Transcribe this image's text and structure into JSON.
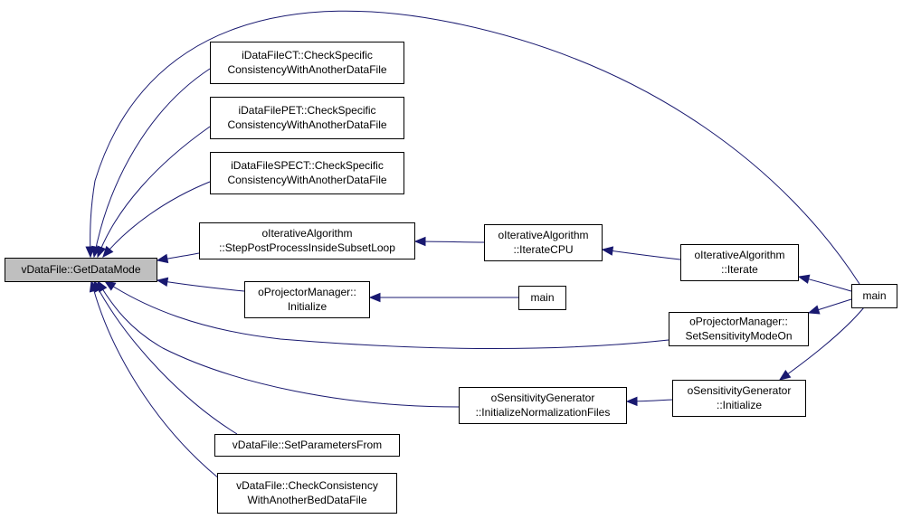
{
  "graph": {
    "edge_color": "#191970",
    "root_fill": "#bfbfbf",
    "nodes": [
      {
        "id": "root",
        "lines": [
          "vDataFile::GetDataMode"
        ],
        "root": true
      },
      {
        "id": "ct",
        "lines": [
          "iDataFileCT::CheckSpecific",
          "ConsistencyWithAnotherDataFile"
        ]
      },
      {
        "id": "pet",
        "lines": [
          "iDataFilePET::CheckSpecific",
          "ConsistencyWithAnotherDataFile"
        ]
      },
      {
        "id": "spect",
        "lines": [
          "iDataFileSPECT::CheckSpecific",
          "ConsistencyWithAnotherDataFile"
        ]
      },
      {
        "id": "steppost",
        "lines": [
          "oIterativeAlgorithm",
          "::StepPostProcessInsideSubsetLoop"
        ]
      },
      {
        "id": "projinit",
        "lines": [
          "oProjectorManager::",
          "Initialize"
        ]
      },
      {
        "id": "setparams",
        "lines": [
          "vDataFile::SetParametersFrom"
        ]
      },
      {
        "id": "checkbed",
        "lines": [
          "vDataFile::CheckConsistency",
          "WithAnotherBedDataFile"
        ]
      },
      {
        "id": "iteratecpu",
        "lines": [
          "oIterativeAlgorithm",
          "::IterateCPU"
        ]
      },
      {
        "id": "main_mid",
        "lines": [
          "main"
        ]
      },
      {
        "id": "initnorm",
        "lines": [
          "oSensitivityGenerator",
          "::InitializeNormalizationFiles"
        ]
      },
      {
        "id": "iterate",
        "lines": [
          "oIterativeAlgorithm",
          "::Iterate"
        ]
      },
      {
        "id": "setsens",
        "lines": [
          "oProjectorManager::",
          "SetSensitivityModeOn"
        ]
      },
      {
        "id": "sensinit",
        "lines": [
          "oSensitivityGenerator",
          "::Initialize"
        ]
      },
      {
        "id": "main_right",
        "lines": [
          "main"
        ]
      }
    ],
    "edges": [
      {
        "from": "main_right",
        "to": "root"
      },
      {
        "from": "ct",
        "to": "root"
      },
      {
        "from": "pet",
        "to": "root"
      },
      {
        "from": "spect",
        "to": "root"
      },
      {
        "from": "steppost",
        "to": "root"
      },
      {
        "from": "projinit",
        "to": "root"
      },
      {
        "from": "setsens",
        "to": "root"
      },
      {
        "from": "initnorm",
        "to": "root"
      },
      {
        "from": "setparams",
        "to": "root"
      },
      {
        "from": "checkbed",
        "to": "root"
      },
      {
        "from": "iteratecpu",
        "to": "steppost"
      },
      {
        "from": "iterate",
        "to": "iteratecpu"
      },
      {
        "from": "main_right",
        "to": "iterate"
      },
      {
        "from": "main_mid",
        "to": "projinit"
      },
      {
        "from": "main_right",
        "to": "setsens"
      },
      {
        "from": "sensinit",
        "to": "initnorm"
      },
      {
        "from": "main_right",
        "to": "sensinit"
      }
    ]
  }
}
